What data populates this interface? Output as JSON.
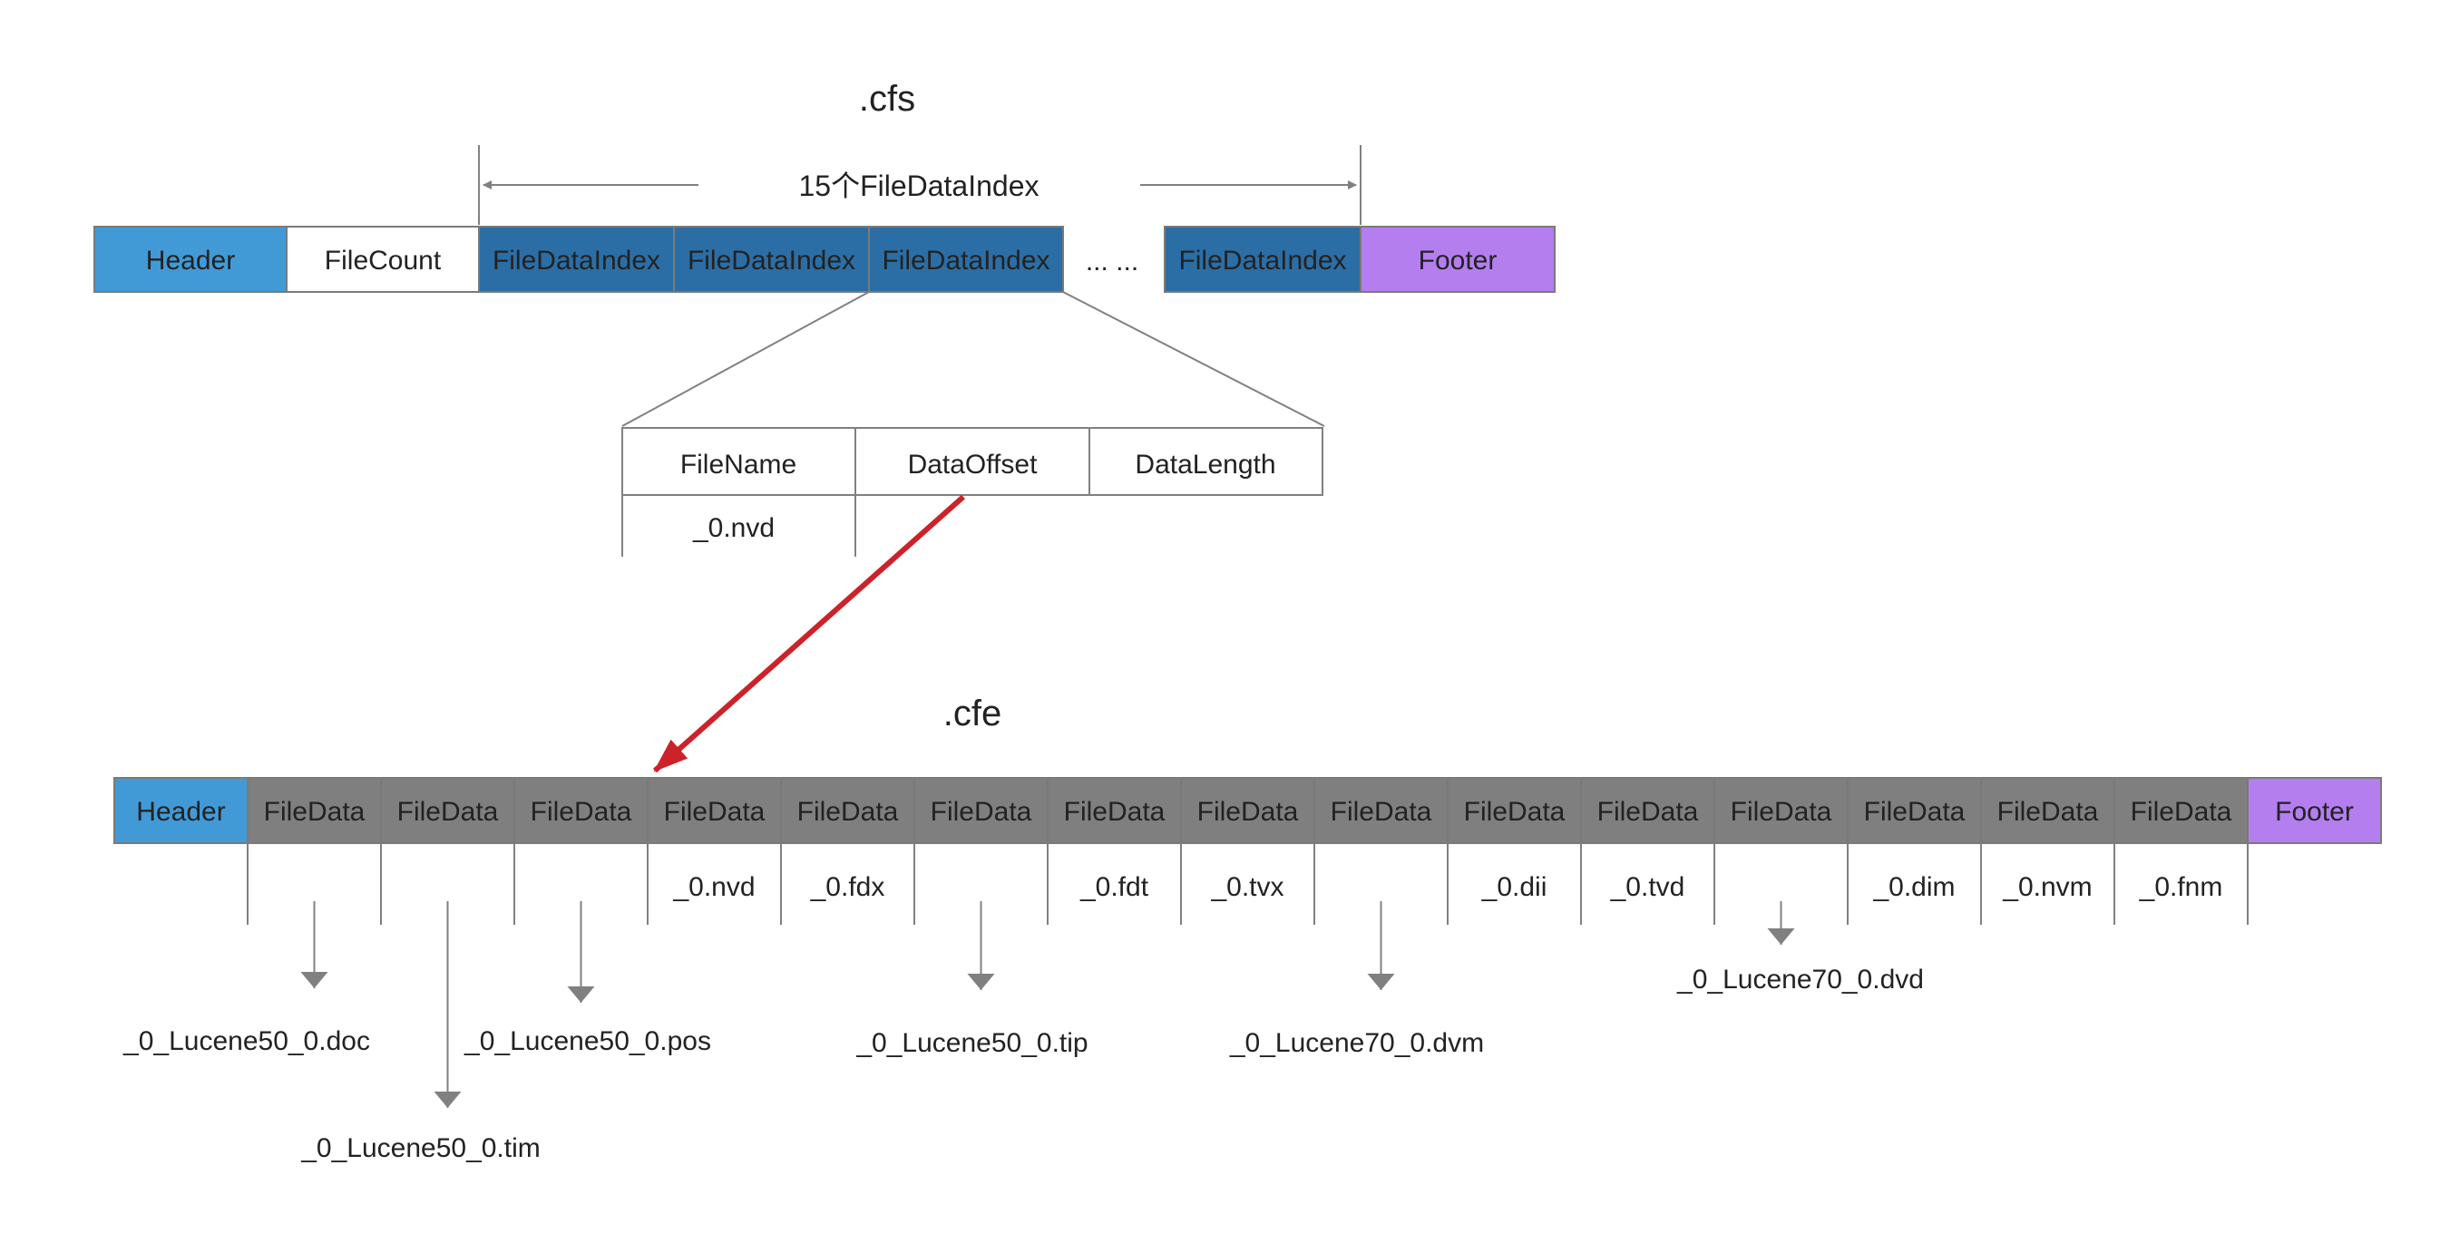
{
  "colors": {
    "header": "#419ad6",
    "index": "#2b6ea5",
    "footer": "#b47eef",
    "filedata": "#7f7f7f",
    "plain": "#ffffff",
    "border": "#7a7a7a",
    "arrow": "#cc2229",
    "line": "#808080"
  },
  "cfs": {
    "title": ".cfs",
    "span_label": "15个FileDataIndex",
    "ellipsis": "... ...",
    "blocks": [
      {
        "label": "Header",
        "kind": "header"
      },
      {
        "label": "FileCount",
        "kind": "plain"
      },
      {
        "label": "FileDataIndex",
        "kind": "index"
      },
      {
        "label": "FileDataIndex",
        "kind": "index"
      },
      {
        "label": "FileDataIndex",
        "kind": "index"
      },
      {
        "label": "FileDataIndex",
        "kind": "index"
      },
      {
        "label": "Footer",
        "kind": "footer"
      }
    ]
  },
  "index_detail": {
    "columns": [
      "FileName",
      "DataOffset",
      "DataLength"
    ],
    "first_row": [
      "_0.nvd"
    ]
  },
  "cfe": {
    "title": ".cfe",
    "blocks": [
      {
        "label": "Header",
        "kind": "header"
      },
      {
        "label": "FileData",
        "kind": "filedata"
      },
      {
        "label": "FileData",
        "kind": "filedata"
      },
      {
        "label": "FileData",
        "kind": "filedata"
      },
      {
        "label": "FileData",
        "kind": "filedata"
      },
      {
        "label": "FileData",
        "kind": "filedata"
      },
      {
        "label": "FileData",
        "kind": "filedata"
      },
      {
        "label": "FileData",
        "kind": "filedata"
      },
      {
        "label": "FileData",
        "kind": "filedata"
      },
      {
        "label": "FileData",
        "kind": "filedata"
      },
      {
        "label": "FileData",
        "kind": "filedata"
      },
      {
        "label": "FileData",
        "kind": "filedata"
      },
      {
        "label": "FileData",
        "kind": "filedata"
      },
      {
        "label": "FileData",
        "kind": "filedata"
      },
      {
        "label": "FileData",
        "kind": "filedata"
      },
      {
        "label": "FileData",
        "kind": "filedata"
      },
      {
        "label": "Footer",
        "kind": "footer"
      }
    ],
    "file_names": [
      "_0_Lucene50_0.doc",
      "_0_Lucene50_0.tim",
      "_0_Lucene50_0.pos",
      "_0.nvd",
      "_0.fdx",
      "_0_Lucene50_0.tip",
      "_0.fdt",
      "_0.tvx",
      "_0_Lucene70_0.dvm",
      "_0.dii",
      "_0.tvd",
      "_0_Lucene70_0.dvd",
      "_0.dim",
      "_0.nvm",
      "_0.fnm"
    ]
  }
}
